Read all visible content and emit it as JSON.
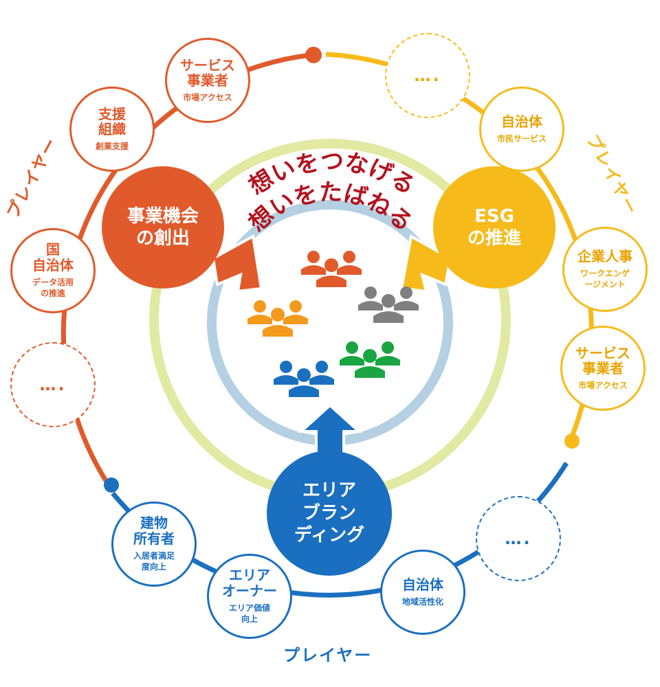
{
  "center": {
    "outer_phrase": "想いをつなげる",
    "inner_phrase": "想いをたばねる"
  },
  "hubs": {
    "business": "事業機会\nの創出",
    "esg": "ESG\nの推進",
    "area": "エリア\nブラン\nディング"
  },
  "players": {
    "left_label": "プレイヤー",
    "right_label": "プレイヤー",
    "bottom_label": "プレイヤー"
  },
  "red_nodes": {
    "service": {
      "title": "サービス\n事業者",
      "sub": "市場アクセス"
    },
    "support": {
      "title": "支援\n組織",
      "sub": "創業支援"
    },
    "government": {
      "title": "国\n自治体",
      "sub": "データ活用\nの推進"
    },
    "more": {
      "dots": "…."
    }
  },
  "yellow_nodes": {
    "more": {
      "dots": "…."
    },
    "municipality": {
      "title": "自治体",
      "sub": "市民サービス"
    },
    "hr": {
      "title": "企業人事",
      "sub": "ワークエンゲ\nージメント"
    },
    "service": {
      "title": "サービス\n事業者",
      "sub": "市場アクセス"
    }
  },
  "blue_nodes": {
    "building": {
      "title": "建物\n所有者",
      "sub": "入居者満足\n度向上"
    },
    "area_owner": {
      "title": "エリア\nオーナー",
      "sub": "エリア価値\n向上"
    },
    "municipality": {
      "title": "自治体",
      "sub": "地域活性化"
    },
    "more": {
      "dots": "…."
    }
  },
  "colors": {
    "red": "#e05a2b",
    "yellow": "#f6bb1b",
    "blue": "#1a6fc0",
    "ring_green": "#e1e9a3",
    "ring_blue": "#b4d0e2",
    "phrase": "#b3121e",
    "people_red": "#e05a2b",
    "people_orange": "#f39a1c",
    "people_gray": "#7f7f7f",
    "people_green": "#1aa542",
    "people_blue": "#1a6fc0"
  },
  "icons": [
    "people-group-red-icon",
    "people-group-orange-icon",
    "people-group-gray-icon",
    "people-group-green-icon",
    "people-group-blue-icon"
  ]
}
